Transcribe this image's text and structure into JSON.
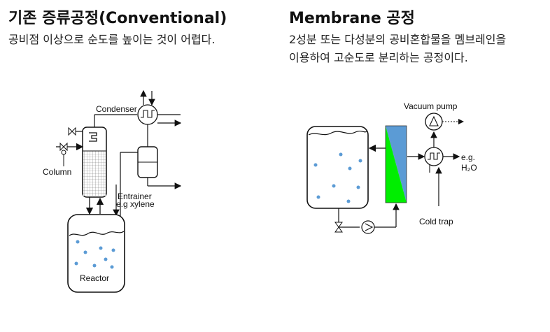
{
  "left": {
    "title": "기존 증류공정(Conventional)",
    "description": "공비점 이상으로 순도를 높이는 것이 어렵다.",
    "labels": {
      "condenser": "Condenser",
      "column": "Column",
      "entrainer_line1": "Entrainer",
      "entrainer_line2": "e.g xylene",
      "reactor": "Reactor"
    }
  },
  "right": {
    "title": "Membrane 공정",
    "description_line1": "2성분 또는 다성분의 공비혼합물을 멤브레인을",
    "description_line2": "이용하여 고순도로 분리하는 공정이다.",
    "labels": {
      "vacuum_pump": "Vacuum pump",
      "eg": "e.g.",
      "h2o": "H₂O",
      "cold_trap": "Cold trap"
    }
  },
  "colors": {
    "droplet": "#5b9bd5",
    "membrane_blue": "#5b9bd5",
    "membrane_green": "#00ee00"
  }
}
